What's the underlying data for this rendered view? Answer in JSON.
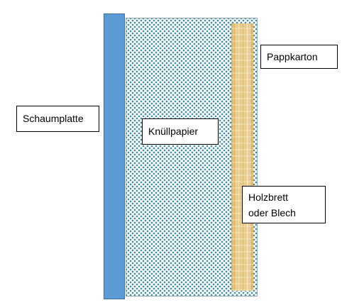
{
  "labels": {
    "foam": "Schaumplatte",
    "crumpled": "Knüllpapier",
    "cardboard": "Pappkarton",
    "wood": "Holzbrett\noder Blech"
  },
  "colors": {
    "foam_fill": "#5b9bd5",
    "foam_border": "#41719c",
    "crumpled_dots": "#3f8fa6",
    "wood_fill": "#e9cd8d",
    "box_border": "#9aa9b8"
  }
}
